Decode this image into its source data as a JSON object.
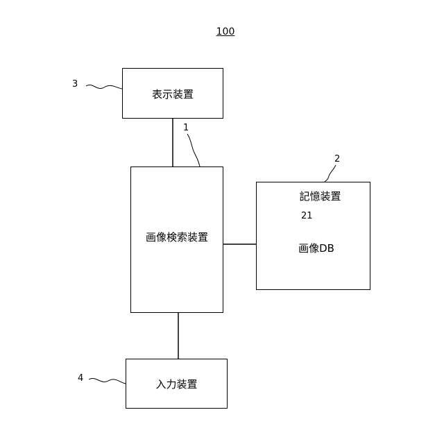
{
  "figure_number": "100",
  "display_device": {
    "label": "表示装置",
    "ref": "3"
  },
  "image_search_device": {
    "label": "画像検索装置",
    "ref": "1"
  },
  "storage_device": {
    "label": "記憶装置",
    "ref": "2"
  },
  "image_db": {
    "label": "画像DB",
    "ref": "21"
  },
  "input_device": {
    "label": "入力装置",
    "ref": "4"
  }
}
